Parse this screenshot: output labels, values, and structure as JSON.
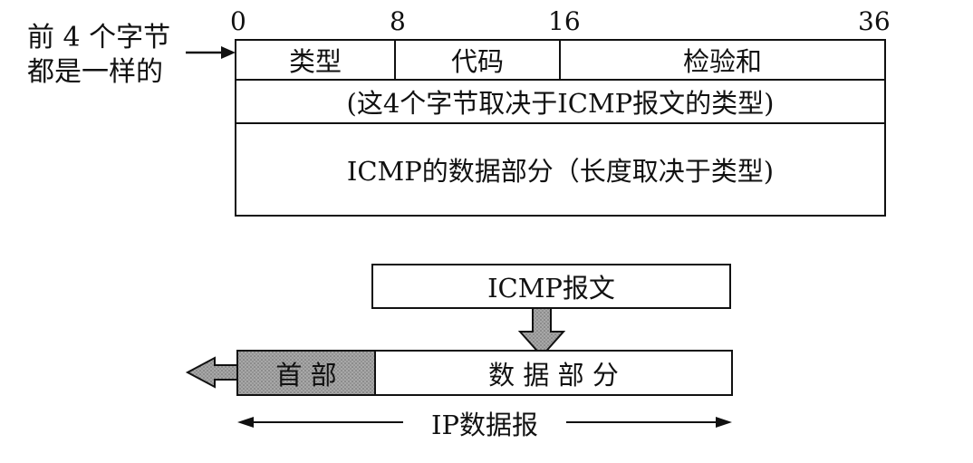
{
  "side_note": {
    "line1": "前 4 个字节",
    "line2": "都是一样的"
  },
  "bit_positions": [
    "0",
    "8",
    "16",
    "36"
  ],
  "header_fields": {
    "type": "类型",
    "code": "代码",
    "checksum": "检验和"
  },
  "variable_row": "(这4个字节取决于ICMP报文的类型)",
  "data_row": "ICMP的数据部分（长度取决于类型)",
  "encapsulation": {
    "icmp_message": "ICMP报文",
    "ip_header": "首 部",
    "ip_data": "数 据 部 分",
    "ip_datagram": "IP数据报"
  },
  "colors": {
    "line": "#111111",
    "header_fill": "#9a9a9a",
    "arrow_fill": "#9a9a9a"
  }
}
